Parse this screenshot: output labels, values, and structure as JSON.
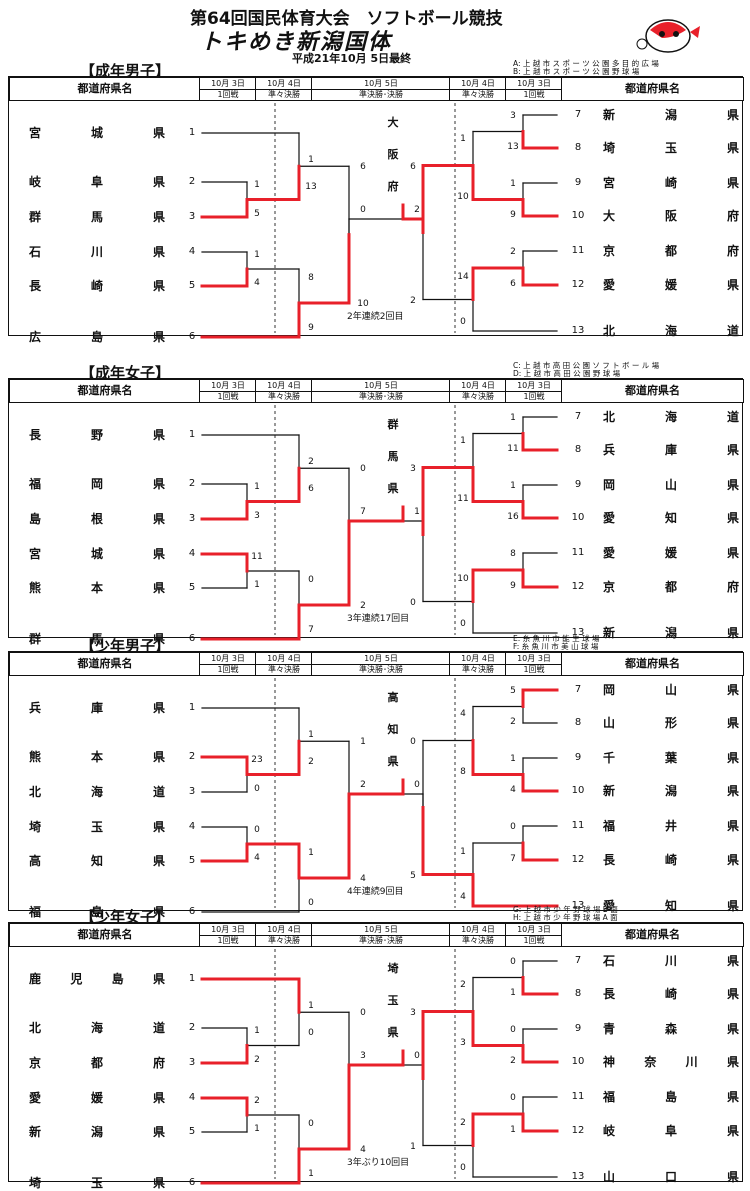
{
  "header": {
    "title": "第64回国民体育大会　ソフトボール競技",
    "logo_text": "トキめき新潟国体",
    "date": "平成21年10月 5日最終"
  },
  "columns": {
    "pref_header": "都道府県名",
    "d1": "10月 3日",
    "r1": "1回戦",
    "d2": "10月 4日",
    "r2": "準々決勝",
    "d3": "10月 5日",
    "r3": "準決勝･決勝"
  },
  "sections": [
    {
      "title": "【成年男子】",
      "venues": [
        "A: 上 越 市 ス ポ ー ツ 公 園 多 目 的 広 場",
        "B: 上 越 市 ス ポ ー ツ 公 園 野 球 場"
      ],
      "left": [
        {
          "n": "1",
          "name": "宮城県"
        },
        {
          "n": "2",
          "name": "岐阜県"
        },
        {
          "n": "3",
          "name": "群馬県"
        },
        {
          "n": "4",
          "name": "石川県"
        },
        {
          "n": "5",
          "name": "長崎県"
        },
        {
          "n": "6",
          "name": "広島県"
        }
      ],
      "right": [
        {
          "n": "7",
          "name": "新潟県"
        },
        {
          "n": "8",
          "name": "埼玉県"
        },
        {
          "n": "9",
          "name": "宮崎県"
        },
        {
          "n": "10",
          "name": "大阪府"
        },
        {
          "n": "11",
          "name": "京都府"
        },
        {
          "n": "12",
          "name": "愛媛県"
        },
        {
          "n": "13",
          "name": "北海道"
        }
      ],
      "scores": {
        "l_r1_a": "1",
        "l_r1_b": "5",
        "l_r1_c": "1",
        "l_r1_d": "4",
        "l_qf_a": "1",
        "l_qf_b": "13",
        "l_qf_c": "8",
        "l_qf_d": "9",
        "l_sf_a": "6",
        "l_sf_b": "10",
        "final_l": "0",
        "final_r": "2",
        "r_sf_a": "6",
        "r_sf_b": "2",
        "r_qf_a": "1",
        "r_qf_b": "10",
        "r_qf_c": "14",
        "r_qf_d": "0",
        "r_r1_a": "3",
        "r_r1_b": "13",
        "r_r1_c": "1",
        "r_r1_d": "9",
        "r_r1_e": "2",
        "r_r1_f": "6"
      },
      "winner": [
        "大",
        "阪",
        "府"
      ],
      "note": "2年連続2回目"
    },
    {
      "title": "【成年女子】",
      "venues": [
        "C: 上 越 市 高 田 公 園 ソ フ ト ボ ー ル 場",
        "D: 上 越 市 高 田 公 園 野 球 場"
      ],
      "left": [
        {
          "n": "1",
          "name": "長野県"
        },
        {
          "n": "2",
          "name": "福岡県"
        },
        {
          "n": "3",
          "name": "島根県"
        },
        {
          "n": "4",
          "name": "宮城県"
        },
        {
          "n": "5",
          "name": "熊本県"
        },
        {
          "n": "6",
          "name": "群馬県"
        }
      ],
      "right": [
        {
          "n": "7",
          "name": "北海道"
        },
        {
          "n": "8",
          "name": "兵庫県"
        },
        {
          "n": "9",
          "name": "岡山県"
        },
        {
          "n": "10",
          "name": "愛知県"
        },
        {
          "n": "11",
          "name": "愛媛県"
        },
        {
          "n": "12",
          "name": "京都府"
        },
        {
          "n": "13",
          "name": "新潟県"
        }
      ],
      "scores": {
        "l_r1_a": "1",
        "l_r1_b": "3",
        "l_r1_c": "11",
        "l_r1_d": "1",
        "l_qf_a": "2",
        "l_qf_b": "6",
        "l_qf_c": "0",
        "l_qf_d": "7",
        "l_sf_a": "0",
        "l_sf_b": "2",
        "final_l": "7",
        "final_r": "1",
        "r_sf_a": "3",
        "r_sf_b": "0",
        "r_qf_a": "1",
        "r_qf_b": "11",
        "r_qf_c": "10",
        "r_qf_d": "0",
        "r_r1_a": "1",
        "r_r1_b": "11",
        "r_r1_c": "1",
        "r_r1_d": "16",
        "r_r1_e": "8",
        "r_r1_f": "9"
      },
      "winner": [
        "群",
        "馬",
        "県"
      ],
      "note": "3年連続17回目"
    },
    {
      "title": "【少年男子】",
      "venues": [
        "E: 糸 魚 川 市 能 生 球 場",
        "F: 糸 魚 川 市 美 山 球 場"
      ],
      "left": [
        {
          "n": "1",
          "name": "兵庫県"
        },
        {
          "n": "2",
          "name": "熊本県"
        },
        {
          "n": "3",
          "name": "北海道"
        },
        {
          "n": "4",
          "name": "埼玉県"
        },
        {
          "n": "5",
          "name": "高知県"
        },
        {
          "n": "6",
          "name": "福島県"
        }
      ],
      "right": [
        {
          "n": "7",
          "name": "岡山県"
        },
        {
          "n": "8",
          "name": "山形県"
        },
        {
          "n": "9",
          "name": "千葉県"
        },
        {
          "n": "10",
          "name": "新潟県"
        },
        {
          "n": "11",
          "name": "福井県"
        },
        {
          "n": "12",
          "name": "長崎県"
        },
        {
          "n": "13",
          "name": "愛知県"
        }
      ],
      "scores": {
        "l_r1_a": "23",
        "l_r1_b": "0",
        "l_r1_c": "0",
        "l_r1_d": "4",
        "l_qf_a": "1",
        "l_qf_b": "2",
        "l_qf_c": "1",
        "l_qf_d": "0",
        "l_sf_a": "1",
        "l_sf_b": "4",
        "final_l": "2",
        "final_r": "0",
        "r_sf_a": "0",
        "r_sf_b": "5",
        "r_qf_a": "4",
        "r_qf_b": "8",
        "r_qf_c": "1",
        "r_qf_d": "4",
        "r_r1_a": "5",
        "r_r1_b": "2",
        "r_r1_c": "1",
        "r_r1_d": "4",
        "r_r1_e": "0",
        "r_r1_f": "7"
      },
      "winner": [
        "高",
        "知",
        "県"
      ],
      "note": "4年連続9回目"
    },
    {
      "title": "【少年女子】",
      "venues": [
        "G: 上 越 市 少 年 野 球 場 B 面",
        "H: 上 越 市 少 年 野 球 場 A 面"
      ],
      "left": [
        {
          "n": "1",
          "name": "鹿児島県"
        },
        {
          "n": "2",
          "name": "北海道"
        },
        {
          "n": "3",
          "name": "京都府"
        },
        {
          "n": "4",
          "name": "愛媛県"
        },
        {
          "n": "5",
          "name": "新潟県"
        },
        {
          "n": "6",
          "name": "埼玉県"
        }
      ],
      "right": [
        {
          "n": "7",
          "name": "石川県"
        },
        {
          "n": "8",
          "name": "長崎県"
        },
        {
          "n": "9",
          "name": "青森県"
        },
        {
          "n": "10",
          "name": "神奈川県"
        },
        {
          "n": "11",
          "name": "福島県"
        },
        {
          "n": "12",
          "name": "岐阜県"
        },
        {
          "n": "13",
          "name": "山口県"
        }
      ],
      "scores": {
        "l_r1_a": "1",
        "l_r1_b": "2",
        "l_r1_c": "2",
        "l_r1_d": "1",
        "l_qf_a": "1",
        "l_qf_b": "0",
        "l_qf_c": "0",
        "l_qf_d": "1",
        "l_sf_a": "0",
        "l_sf_b": "4",
        "final_l": "3",
        "final_r": "0",
        "r_sf_a": "3",
        "r_sf_b": "1",
        "r_qf_a": "2",
        "r_qf_b": "3",
        "r_qf_c": "2",
        "r_qf_d": "0",
        "r_r1_a": "0",
        "r_r1_b": "1",
        "r_r1_c": "0",
        "r_r1_d": "2",
        "r_r1_e": "0",
        "r_r1_f": "1"
      },
      "winner": [
        "埼",
        "玉",
        "県"
      ],
      "note": "3年ぶり10回目"
    }
  ]
}
